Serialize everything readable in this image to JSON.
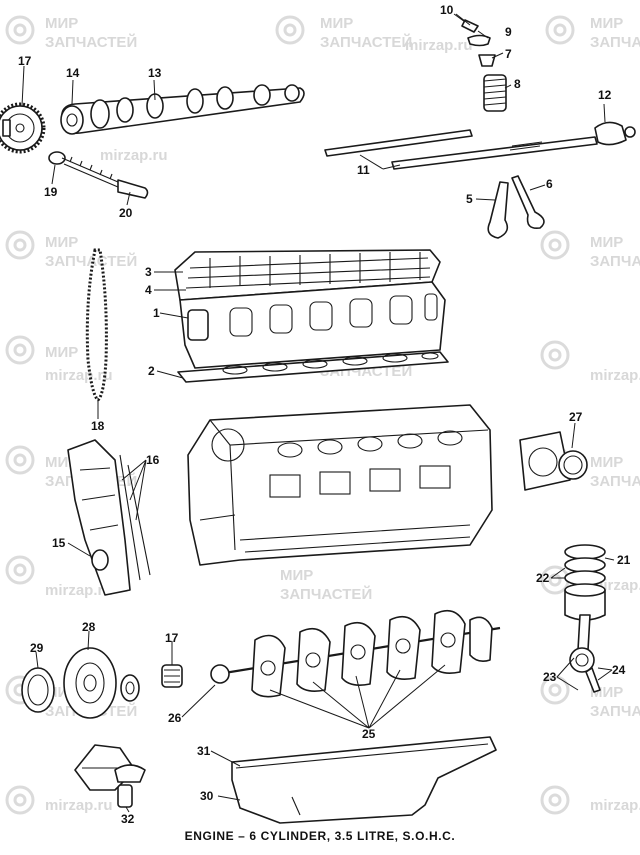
{
  "diagram": {
    "caption": "ENGINE – 6 CYLINDER, 3.5 LITRE, S.O.H.C.",
    "watermark": {
      "line1": "МИР",
      "line2": "ЗАПЧАСТЕЙ",
      "site": "mirzap.ru"
    },
    "callouts": [
      "1",
      "2",
      "3",
      "4",
      "5",
      "6",
      "7",
      "8",
      "9",
      "10",
      "11",
      "12",
      "13",
      "14",
      "15",
      "16",
      "17",
      "17",
      "18",
      "19",
      "20",
      "21",
      "22",
      "23",
      "24",
      "25",
      "26",
      "27",
      "28",
      "29",
      "30",
      "31",
      "32"
    ],
    "colors": {
      "ink": "#1a1a1a",
      "watermark": "#d4d4d4",
      "background": "#ffffff"
    }
  }
}
